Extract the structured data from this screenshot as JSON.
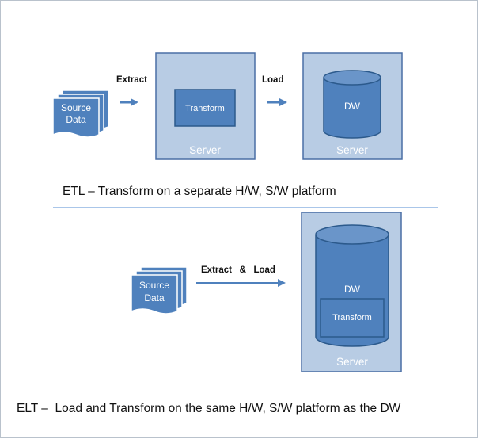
{
  "etl": {
    "source_label_line1": "Source",
    "source_label_line2": "Data",
    "extract_label": "Extract",
    "transform_label": "Transform",
    "server_label": "Server",
    "load_label": "Load",
    "dw_label": "DW",
    "dw_server_label": "Server",
    "caption": "ETL – Transform on a separate H/W, S/W platform"
  },
  "elt": {
    "source_label_line1": "Source",
    "source_label_line2": "Data",
    "extract_load_label": "Extract   &   Load",
    "dw_label": "DW",
    "transform_label": "Transform",
    "server_label": "Server",
    "caption": "ELT –  Load and Transform on the same H/W, S/W platform as the DW"
  },
  "colors": {
    "server_fill": "#b8cce4",
    "server_border": "#4a6fa5",
    "shape_fill": "#4f81bd",
    "shape_border": "#2c5a8c",
    "arrow": "#4f81bd",
    "divider": "#8db3e2"
  }
}
